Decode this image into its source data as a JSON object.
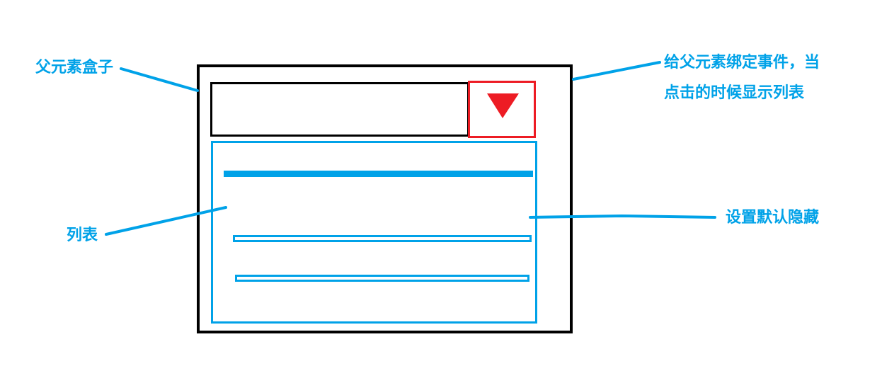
{
  "colors": {
    "accent": "#00a2e8",
    "toggle": "#ed1c24",
    "frame": "#000000"
  },
  "annotations": {
    "parent_box": "父元素盒子",
    "bind_event": [
      "给父元素绑定事件，当",
      "点击的时候显示列表"
    ],
    "list": "列表",
    "hidden_by_default": "设置默认隐藏"
  },
  "dropdown": {
    "toggle_icon": "caret-down-icon"
  }
}
